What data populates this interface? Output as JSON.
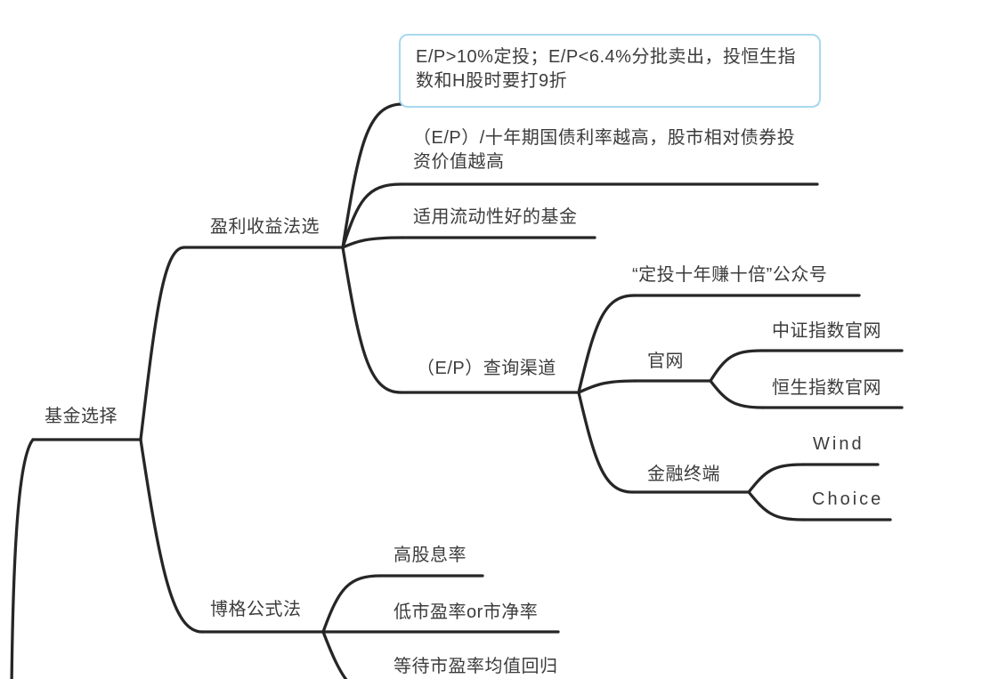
{
  "theme": {
    "background": "#ffffff",
    "line_color": "#262626",
    "text_color": "#3c3c3c",
    "highlight_border": "#a8d8f0",
    "highlight_fill": "#ffffff"
  },
  "mindmap": {
    "nodes": {
      "root": {
        "label": "基金选择"
      },
      "yield_method": {
        "label": "盈利收益法选"
      },
      "yield_rule": {
        "label": "E/P>10%定投；E/P<6.4%分批卖出，投恒生指数和H股时要打9折"
      },
      "bond_compare": {
        "label": "（E/P）/十年期国债利率越高，股市相对债券投资价值越高"
      },
      "liquidity": {
        "label": "适用流动性好的基金"
      },
      "query_channel": {
        "label": "（E/P）查询渠道"
      },
      "public_account": {
        "label": "“定投十年赚十倍”公众号"
      },
      "official_site": {
        "label": "官网"
      },
      "csi_site": {
        "label": "中证指数官网"
      },
      "hsi_site": {
        "label": "恒生指数官网"
      },
      "terminal": {
        "label": "金融终端"
      },
      "wind": {
        "label": "Wind"
      },
      "choice": {
        "label": "Choice"
      },
      "bogle": {
        "label": "博格公式法"
      },
      "dividend": {
        "label": "高股息率"
      },
      "low_pe": {
        "label": "低市盈率or市净率"
      },
      "reversion": {
        "label": "等待市盈率均值回归"
      }
    }
  }
}
